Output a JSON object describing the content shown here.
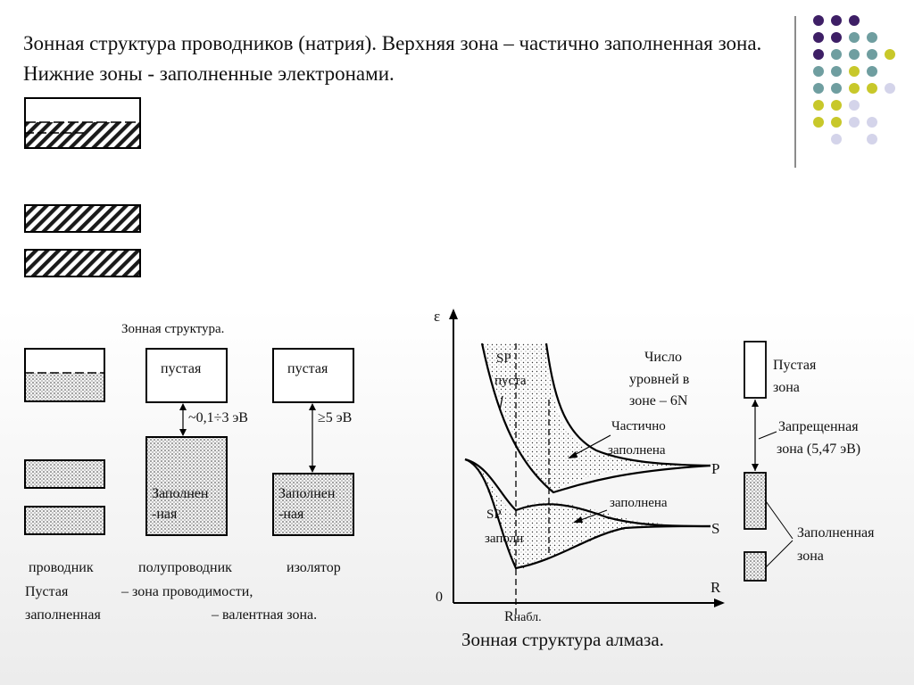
{
  "title": "Зонная структура проводников (натрия). Верхняя зона – частично заполненная зона. Нижние зоны - заполненные электронами.",
  "left_diagram": {
    "heading": "Зонная структура.",
    "gap_semiconductor": "~0,1÷3 эВ",
    "gap_insulator": "≥5 эВ",
    "empty_label": "пустая",
    "filled_label_1": "Заполнен",
    "filled_label_2": "-ная",
    "caption_conductor": "проводник",
    "caption_semiconductor": "полупроводник",
    "caption_insulator": "изолятор",
    "legend_empty": "Пустая",
    "legend_empty_def": "– зона проводимости,",
    "legend_filled": "заполненная",
    "legend_filled_def": "– валентная зона."
  },
  "diamond": {
    "y_axis": "ε",
    "x_axis": "R",
    "origin": "0",
    "sp_top_1": "SP",
    "sp_top_2": "пуста",
    "sp_bottom_1": "SP",
    "sp_bottom_2": "заполн",
    "levels_1": "Число",
    "levels_2": "уровней в",
    "levels_3": "зоне – 6N",
    "partial_1": "Частично",
    "partial_2": "заполнена",
    "filled": "заполнена",
    "label_p": "P",
    "label_s": "S",
    "r_obs_r": "R",
    "r_obs_sub": "набл.",
    "caption": "Зонная структура алмаза."
  },
  "right_scheme": {
    "empty_1": "Пустая",
    "empty_2": "зона",
    "forbidden_1": "Запрещенная",
    "forbidden_2": "зона (5,47 эВ)",
    "filled_1": "Заполненная",
    "filled_2": "зона"
  },
  "colors": {
    "purple": "#3e1f66",
    "teal": "#6f9ea0",
    "olive": "#c8c82a",
    "lavender": "#d4d4ea"
  }
}
